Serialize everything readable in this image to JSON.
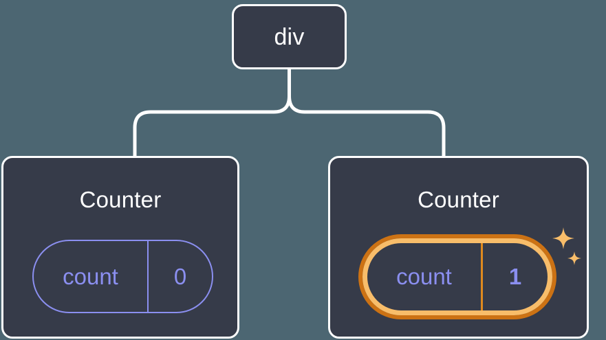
{
  "diagram": {
    "type": "component-tree",
    "background_color": "#4c6672",
    "node_fill_color": "#363b49",
    "node_border_color": "#ffffff",
    "accent_color": "#8b8ff0",
    "highlight_outer_color": "#cc7214",
    "highlight_inner_color": "#f8bd6a",
    "connector_color": "#ffffff"
  },
  "root": {
    "label": "div"
  },
  "children": [
    {
      "title": "Counter",
      "state": {
        "key": "count",
        "value": "0"
      },
      "highlighted": false
    },
    {
      "title": "Counter",
      "state": {
        "key": "count",
        "value": "1"
      },
      "highlighted": true,
      "sparkle_icons": [
        "sparkle-large",
        "sparkle-small"
      ]
    }
  ]
}
